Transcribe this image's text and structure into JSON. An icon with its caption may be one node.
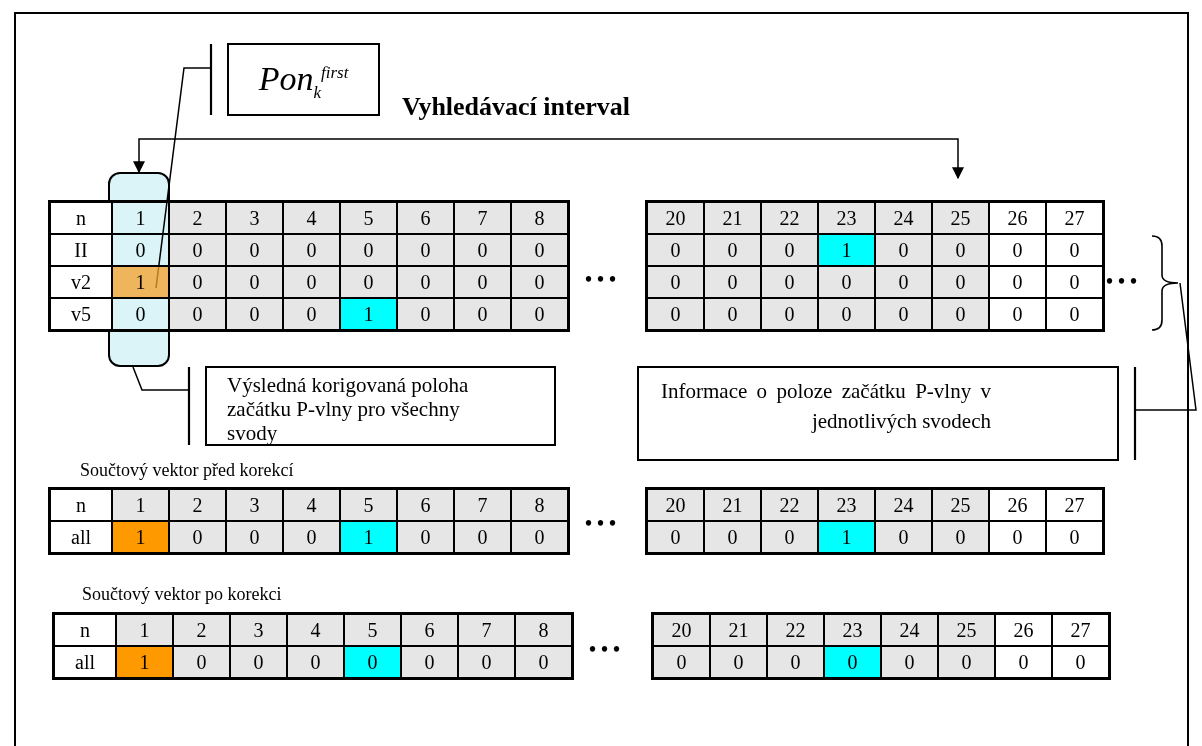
{
  "diagram": {
    "nodes": [
      {
        "text": [
          "Pon$_{k}$$^{first}$"
        ]
      },
      {
        "text": [],
        "shape": "box"
      },
      {
        "text": [
          "Výsledná korigovaná poloha začátku P-vlny pro všechny svody"
        ]
      },
      {
        "text": [
          "Informace o poloze začátku P-vlny v jednotlivých svodech"
        ]
      },
      {
        "text": [],
        "shape": "bracket"
      }
    ],
    "edges": [
      {
        "from": 1,
        "to": null,
        "arrow": "both",
        "label": "Vyhledávací interval"
      },
      {
        "from": 0,
        "to": 1,
        "arrow": "none"
      },
      {
        "from": 2,
        "to": 1,
        "arrow": "none"
      },
      {
        "from": 3,
        "to": 4,
        "arrow": "none"
      }
    ],
    "labels": [
      "n",
      "1",
      "2",
      "3",
      "4",
      "5",
      "6",
      "7",
      "8",
      "II",
      "0",
      "0",
      "0",
      "0",
      "0",
      "0",
      "0",
      "0",
      "v2",
      "1",
      "0",
      "0",
      "0",
      "0",
      "0",
      "0",
      "0",
      "v5",
      "0",
      "0",
      "0",
      "0",
      "1",
      "0",
      "0",
      "0",
      "• • •",
      "20",
      "21",
      "22",
      "23",
      "24",
      "25",
      "26",
      "27",
      "0",
      "0",
      "0",
      "1",
      "0",
      "0",
      "0",
      "0",
      "0",
      "0",
      "0",
      "0",
      "0",
      "0",
      "0",
      "0",
      "0",
      "0",
      "0",
      "0",
      "0",
      "0",
      "0",
      "0",
      "• • •",
      "Součtový vektor před korekcí",
      "n",
      "1",
      "2",
      "3",
      "4",
      "5",
      "6",
      "7",
      "8",
      "all",
      "1",
      "0",
      "0",
      "0",
      "1",
      "0",
      "0",
      "0",
      "• • •",
      "20",
      "21",
      "22",
      "23",
      "24",
      "25",
      "26",
      "27",
      "0",
      "0",
      "0",
      "1",
      "0",
      "0",
      "0",
      "0",
      "Součtový vektor po korekci",
      "n",
      "1",
      "2",
      "3",
      "4",
      "5",
      "6",
      "7",
      "8",
      "all",
      "1",
      "0",
      "0",
      "0",
      "0",
      "0",
      "0",
      "0",
      "• • •",
      "20",
      "21",
      "22",
      "23",
      "24",
      "25",
      "26",
      "27",
      "0",
      "0",
      "0",
      "0",
      "0",
      "0",
      "0",
      "0"
    ]
  }
}
